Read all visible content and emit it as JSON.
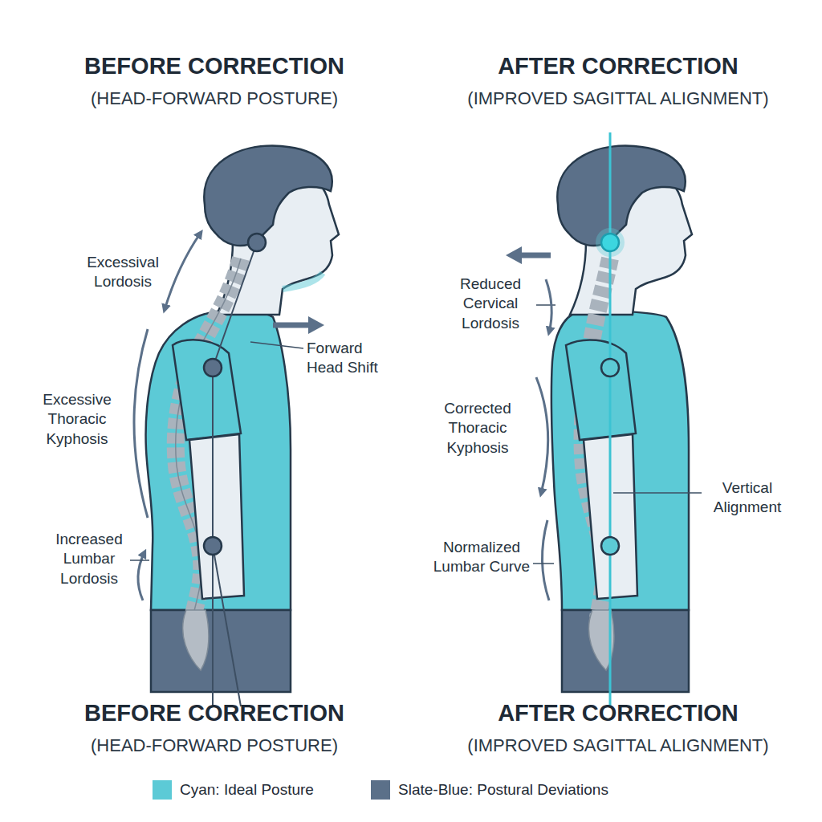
{
  "diagram": {
    "labels": [
      "BEFORE CORRECTION",
      "(HEAD-FORWARD POSTURE)",
      "AFTER CORRECTION",
      "(IMPROVED SAGITTAL ALIGNMENT)",
      "Excessival Lordosis",
      "Forward Head Shift",
      "Excessive Thoracic Kyphosis",
      "Increased Lumbar Lordosis",
      "Reduced Cervical Lordosis",
      "Corrected Thoracic Kyphosis",
      "Vertical Alignment",
      "Normalized Lumbar Curve",
      "BEFORE CORRECTION",
      "(HEAD-FORWARD POSTURE)",
      "AFTER CORRECTION",
      "(IMPROVED SAGITTAL ALIGNMENT)"
    ],
    "legend": [
      {
        "text": "Cyan: Ideal Posture",
        "color": "#5ccad6"
      },
      {
        "text": "Slate-Blue: Postural Deviations",
        "color": "#5b7089"
      }
    ]
  }
}
